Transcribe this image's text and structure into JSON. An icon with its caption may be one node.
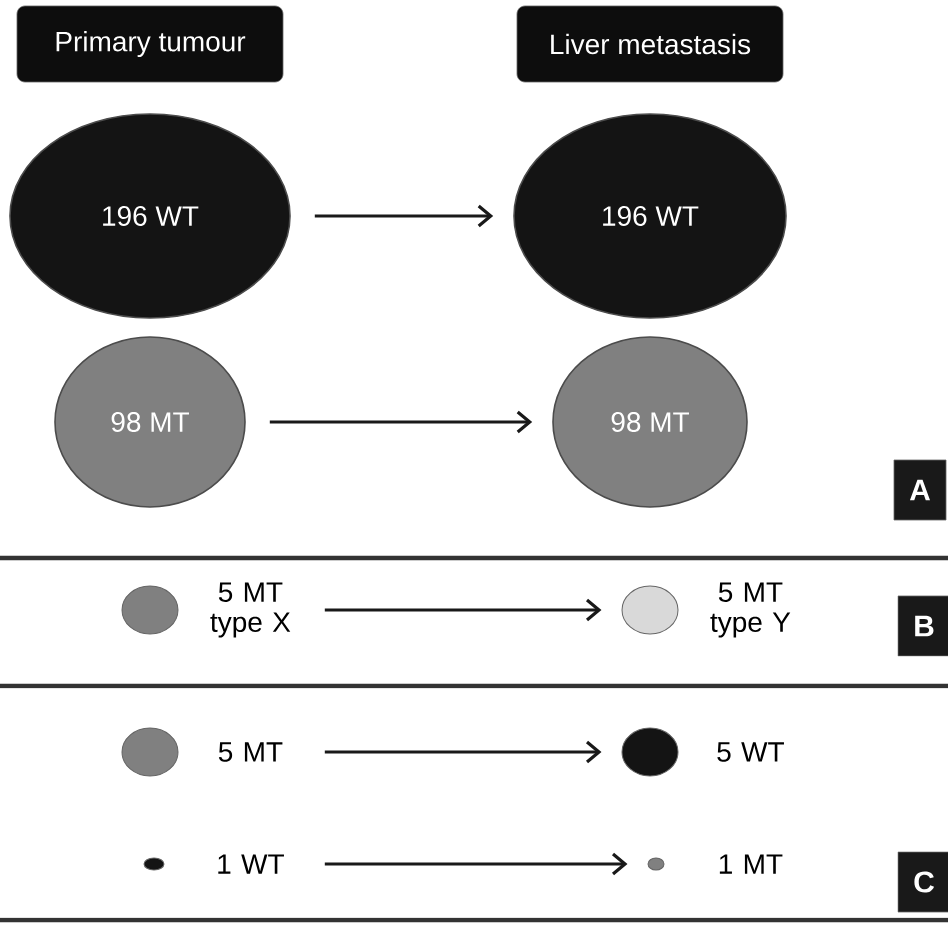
{
  "diagram": {
    "nodes": [
      {
        "text": [
          "Primary tumour"
        ]
      },
      {
        "text": [
          "Liver metastasis"
        ]
      },
      {
        "text": [
          "196 WT"
        ]
      },
      {
        "text": [
          "196 WT"
        ]
      },
      {
        "text": [
          "98 MT"
        ]
      },
      {
        "text": [
          "98 MT"
        ]
      },
      {
        "text": [],
        "shape": "circle",
        "beside": [
          "5 MT type X"
        ]
      },
      {
        "text": [],
        "shape": "circle",
        "beside": [
          "5 MT type Y"
        ]
      },
      {
        "text": [],
        "shape": "circle",
        "beside": [
          "5 MT"
        ]
      },
      {
        "text": [],
        "shape": "circle",
        "beside": [
          "5 WT"
        ]
      },
      {
        "text": [],
        "shape": "circle",
        "beside": [
          "1 WT"
        ]
      },
      {
        "text": [],
        "shape": "circle",
        "beside": [
          "1 MT"
        ]
      }
    ],
    "edges": [
      {
        "from": 2,
        "to": 3,
        "arrow": "to"
      },
      {
        "from": 4,
        "to": 5,
        "arrow": "to"
      },
      {
        "from": 6,
        "to": 7,
        "arrow": "to"
      },
      {
        "from": 8,
        "to": 9,
        "arrow": "to"
      },
      {
        "from": 10,
        "to": 11,
        "arrow": "to"
      }
    ],
    "labels": [
      "A",
      "B",
      "C"
    ]
  }
}
